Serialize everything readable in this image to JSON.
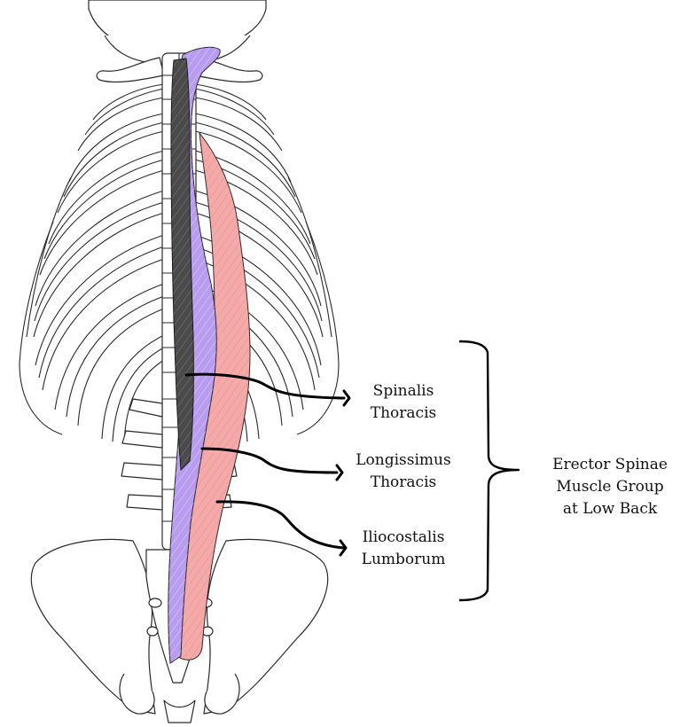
{
  "labels": {
    "spinalis_line1": "Spinalis",
    "spinalis_line2": "Thoracis",
    "longissimus_line1": "Longissimus",
    "longissimus_line2": "Thoracis",
    "iliocostalis_line1": "Iliocostalis",
    "iliocostalis_line2": "Lumborum",
    "group_line1": "Erector Spinae",
    "group_line2": "Muscle Group",
    "group_line3": "at Low Back"
  },
  "colors": {
    "spinalis": "#4a4a4a",
    "longissimus": "#b89cf0",
    "iliocostalis": "#f4aaa8",
    "outline": "#2a2a2a",
    "pointer": "#000000"
  }
}
